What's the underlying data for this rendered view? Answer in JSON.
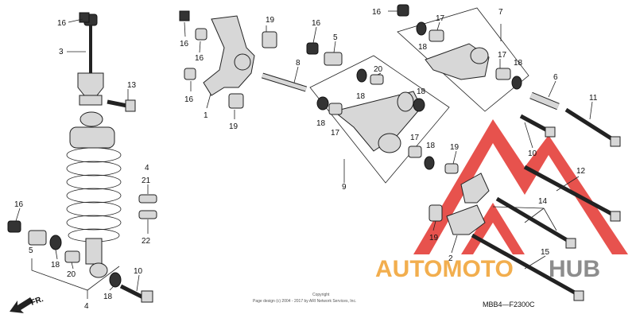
{
  "diagram": {
    "callouts": [
      {
        "id": "c16a",
        "text": "16"
      },
      {
        "id": "c3",
        "text": "3"
      },
      {
        "id": "c13",
        "text": "13"
      },
      {
        "id": "c16b",
        "text": "16"
      },
      {
        "id": "c16c",
        "text": "16"
      },
      {
        "id": "c16d",
        "text": "16"
      },
      {
        "id": "c19a",
        "text": "19"
      },
      {
        "id": "c1",
        "text": "1"
      },
      {
        "id": "c19b",
        "text": "19"
      },
      {
        "id": "c8",
        "text": "8"
      },
      {
        "id": "c16e",
        "text": "16"
      },
      {
        "id": "c5a",
        "text": "5"
      },
      {
        "id": "c16f",
        "text": "16"
      },
      {
        "id": "c17a",
        "text": "17"
      },
      {
        "id": "c18a",
        "text": "18"
      },
      {
        "id": "c7",
        "text": "7"
      },
      {
        "id": "c17b",
        "text": "17"
      },
      {
        "id": "c18b",
        "text": "18"
      },
      {
        "id": "c20a",
        "text": "20"
      },
      {
        "id": "c18c",
        "text": "18"
      },
      {
        "id": "c18d",
        "text": "18"
      },
      {
        "id": "c18e",
        "text": "18"
      },
      {
        "id": "c17c",
        "text": "17"
      },
      {
        "id": "c17d",
        "text": "17"
      },
      {
        "id": "c18f",
        "text": "18"
      },
      {
        "id": "c9",
        "text": "9"
      },
      {
        "id": "c6",
        "text": "6"
      },
      {
        "id": "c11",
        "text": "11"
      },
      {
        "id": "c10a",
        "text": "10"
      },
      {
        "id": "c19c",
        "text": "19"
      },
      {
        "id": "c12",
        "text": "12"
      },
      {
        "id": "c14",
        "text": "14"
      },
      {
        "id": "c19d",
        "text": "19"
      },
      {
        "id": "c2",
        "text": "2"
      },
      {
        "id": "c15",
        "text": "15"
      },
      {
        "id": "c4a",
        "text": "4"
      },
      {
        "id": "c21",
        "text": "21"
      },
      {
        "id": "c22",
        "text": "22"
      },
      {
        "id": "c16g",
        "text": "16"
      },
      {
        "id": "c5b",
        "text": "5"
      },
      {
        "id": "c18g",
        "text": "18"
      },
      {
        "id": "c20b",
        "text": "20"
      },
      {
        "id": "c10b",
        "text": "10"
      },
      {
        "id": "c18h",
        "text": "18"
      },
      {
        "id": "c4b",
        "text": "4"
      }
    ],
    "direction_label": "FR.",
    "diagram_code": "MBB4—F2300C",
    "copyright_line1": "Copyright",
    "copyright_line2": "Page design (c) 2004 - 2017 by ARI Network Services, Inc.",
    "logo": {
      "word_left": "AUTOMOTO",
      "word_right": "HUB",
      "red": "#e3342f",
      "orange": "#f0a030",
      "grey": "#7a7a7a"
    }
  }
}
